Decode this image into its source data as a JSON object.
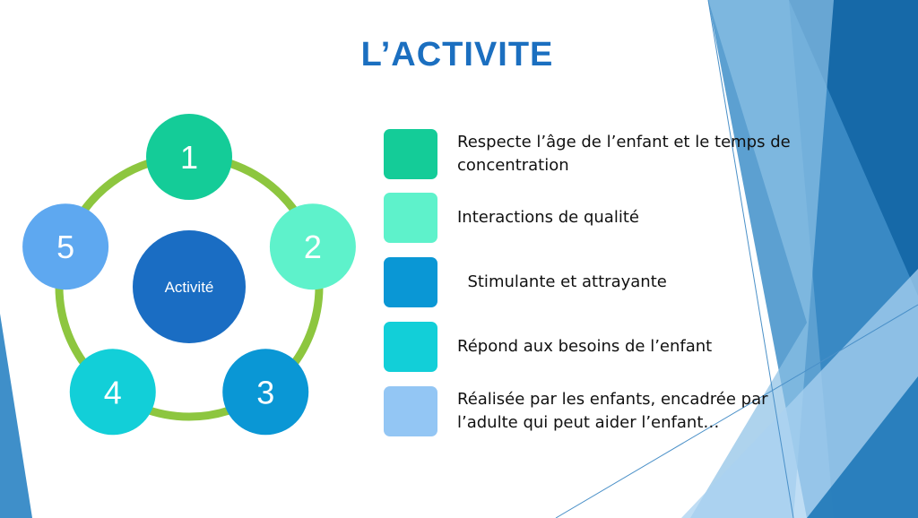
{
  "title": "L’ACTIVITE",
  "colors": {
    "title": "#1b6fc0",
    "ring": "#8dc63f",
    "center": "#1a6dc3",
    "bg_dark": "#1669a8",
    "bg_mid": "#3f8fc9",
    "bg_light": "#8cc0e6"
  },
  "diagram": {
    "center_label": "Activité",
    "nodes": [
      {
        "label": "1",
        "color": "#14cc98"
      },
      {
        "label": "2",
        "color": "#5ef2cb"
      },
      {
        "label": "3",
        "color": "#0a97d5"
      },
      {
        "label": "4",
        "color": "#12cfd8"
      },
      {
        "label": "5",
        "color": "#5ea8f0"
      }
    ]
  },
  "legend": [
    {
      "color": "#14cc98",
      "text": "Respecte l’âge de l’enfant et le temps de concentration"
    },
    {
      "color": "#5ef2cb",
      "text": "Interactions de qualité"
    },
    {
      "color": "#0a97d5",
      "text": "  Stimulante et attrayante"
    },
    {
      "color": "#12cfd8",
      "text": "Répond aux besoins de l’enfant"
    },
    {
      "color": "#93c6f4",
      "text": "Réalisée par les enfants, encadrée par l’adulte qui peut aider l’enfant…"
    }
  ]
}
